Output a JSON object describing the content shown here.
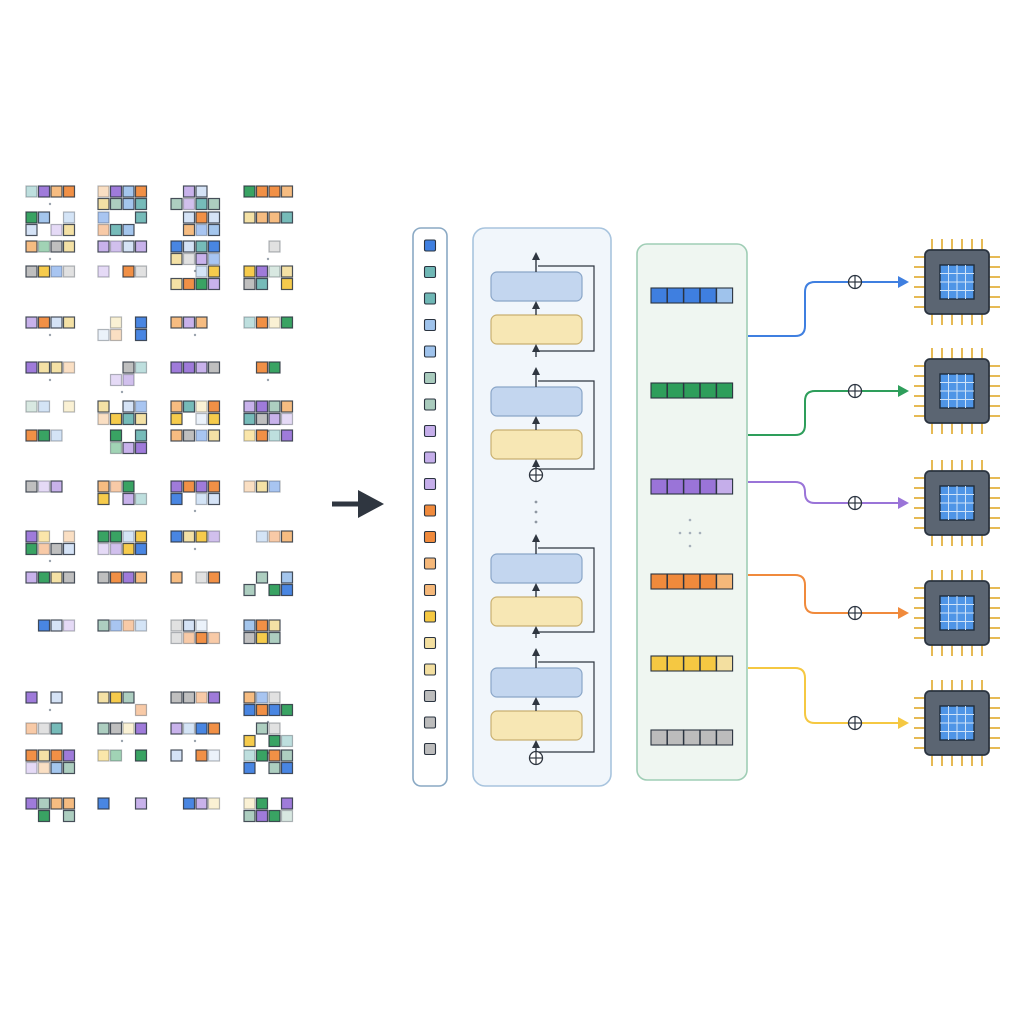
{
  "colors": {
    "blue": "#3f7fe0",
    "light_blue": "#9fc3ec",
    "pale_blue": "#d3e2f5",
    "teal": "#6fb7b5",
    "sage": "#a9cbbd",
    "green": "#2e9e5b",
    "purple": "#9a74d8",
    "light_purple": "#c5aeea",
    "orange": "#f08a3c",
    "light_orange": "#f5b87a",
    "yellow": "#f5c842",
    "pale_yellow": "#f3dfa0",
    "gray": "#bcbcbc",
    "dark_gray": "#8c8c8c",
    "outline": "#2b3440",
    "arrow": "#2f3640",
    "stack_panel_fill": "#f1f6fb",
    "stack_panel_border": "#a8c4de",
    "block_blue": "#c3d6ef",
    "block_yellow": "#f7e7b4",
    "embed_panel_fill": "#eff6f1",
    "embed_panel_border": "#9fcdb5",
    "chip_body": "#5b6572",
    "chip_core": "#4f95e6",
    "chip_pin": "#e0a92a"
  },
  "input_grid_palette": [
    "blue",
    "light_blue",
    "pale_blue",
    "teal",
    "sage",
    "green",
    "purple",
    "light_purple",
    "orange",
    "light_orange",
    "yellow",
    "pale_yellow",
    "gray"
  ],
  "token_column": [
    "blue",
    "teal",
    "teal",
    "light_blue",
    "light_blue",
    "sage",
    "sage",
    "light_purple",
    "light_purple",
    "light_purple",
    "orange",
    "orange",
    "light_orange",
    "light_orange",
    "yellow",
    "pale_yellow",
    "pale_yellow",
    "gray",
    "gray",
    "gray"
  ],
  "transformer_groups": 4,
  "output_heads": [
    {
      "color": "blue",
      "cells": [
        "blue",
        "blue",
        "blue",
        "blue",
        "light_blue"
      ]
    },
    {
      "color": "green",
      "cells": [
        "green",
        "green",
        "green",
        "green",
        "green"
      ]
    },
    {
      "color": "purple",
      "cells": [
        "purple",
        "purple",
        "purple",
        "purple",
        "light_purple"
      ]
    },
    {
      "color": "orange",
      "cells": [
        "orange",
        "orange",
        "orange",
        "orange",
        "light_orange"
      ]
    },
    {
      "color": "yellow",
      "cells": [
        "yellow",
        "yellow",
        "yellow",
        "yellow",
        "pale_yellow"
      ]
    }
  ],
  "embedding_last_row": [
    "gray",
    "gray",
    "gray",
    "gray",
    "gray"
  ],
  "icons": {
    "main_arrow": "right-arrow-icon",
    "residual_add": "circle-plus-icon",
    "processor": "chip-icon"
  }
}
